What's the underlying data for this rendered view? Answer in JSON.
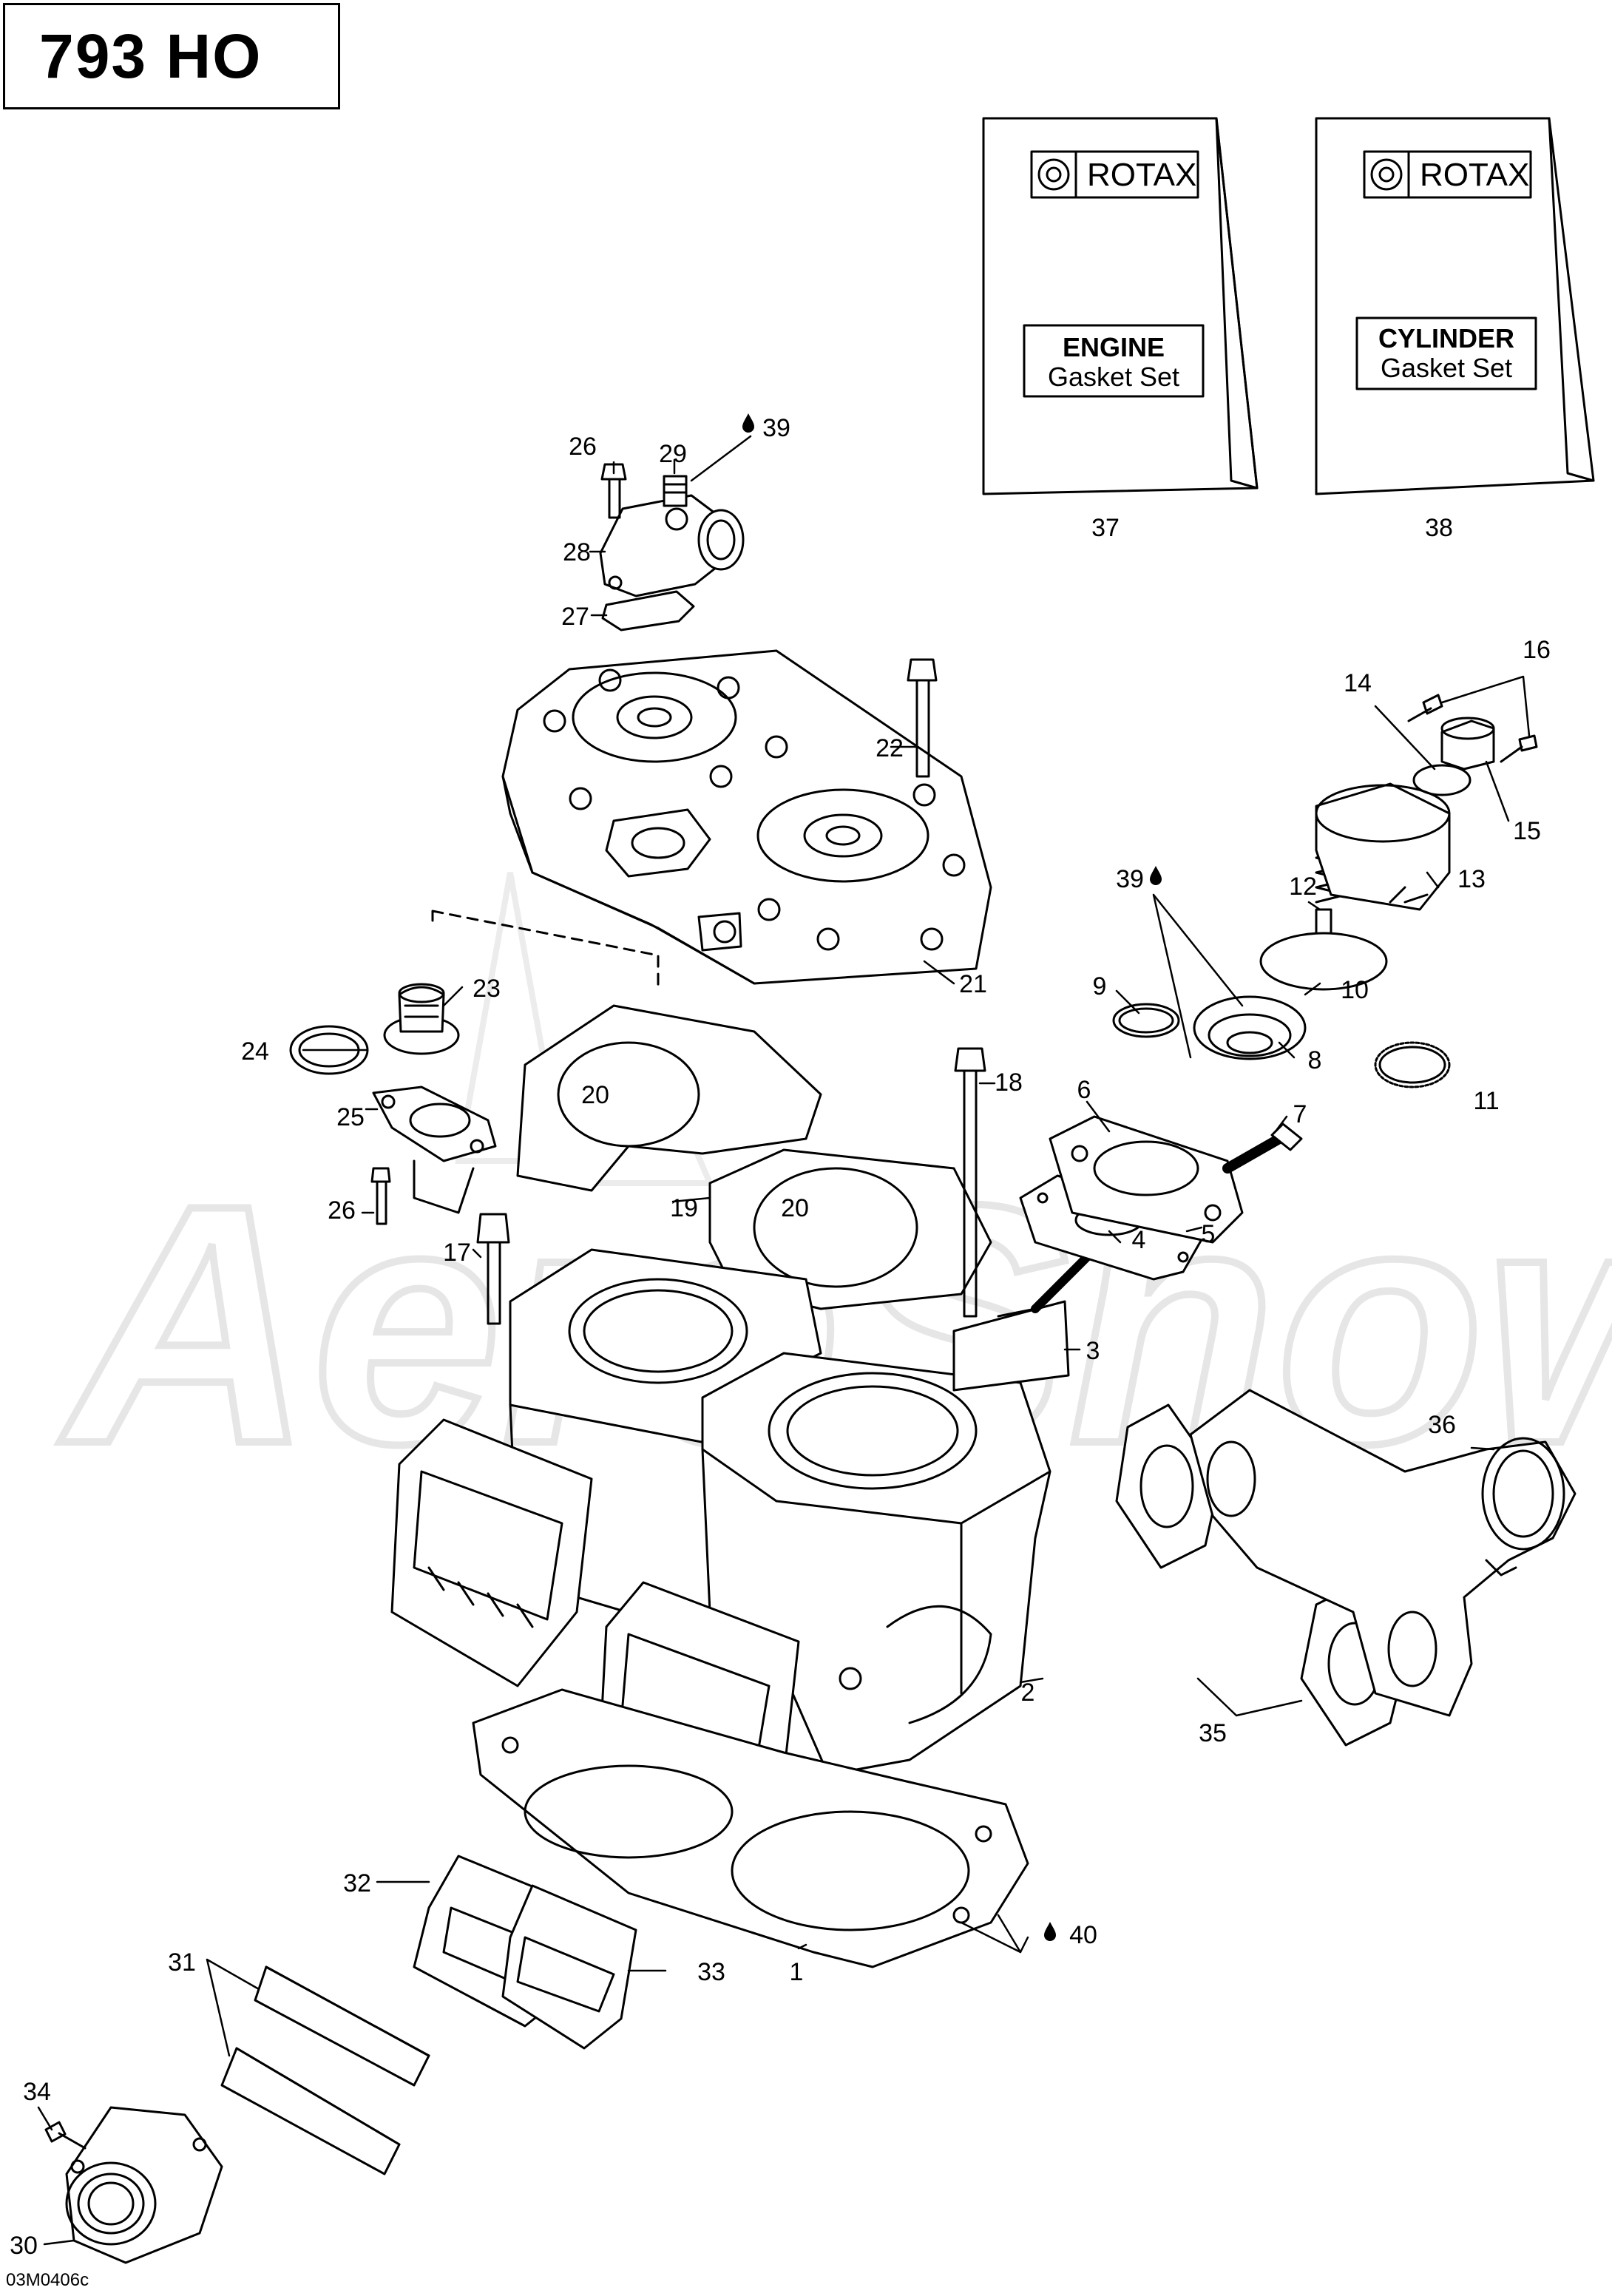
{
  "title": "793 HO",
  "diagram_code": "03M0406c",
  "watermark": "AeroSnow",
  "colors": {
    "line": "#000000",
    "watermark": "#e6e6e6",
    "background": "#ffffff"
  },
  "kits": {
    "engine": {
      "brand": "ROTAX",
      "name": "ENGINE",
      "sub": "Gasket Set",
      "ref": "37"
    },
    "cylinder": {
      "brand": "ROTAX",
      "name": "CYLINDER",
      "sub": "Gasket Set",
      "ref": "38"
    }
  },
  "drop_icon": "oil-drop-icon",
  "callouts": {
    "c1": "1",
    "c2": "2",
    "c3": "3",
    "c4": "4",
    "c5": "5",
    "c6": "6",
    "c7": "7",
    "c8": "8",
    "c9": "9",
    "c10": "10",
    "c11": "11",
    "c12": "12",
    "c13": "13",
    "c14": "14",
    "c15": "15",
    "c16": "16",
    "c17": "17",
    "c18": "18",
    "c19": "19",
    "c20a": "20",
    "c20b": "20",
    "c21": "21",
    "c22": "22",
    "c23": "23",
    "c24": "24",
    "c25": "25",
    "c26a": "26",
    "c26b": "26",
    "c27": "27",
    "c28": "28",
    "c29": "29",
    "c30": "30",
    "c31": "31",
    "c32": "32",
    "c33": "33",
    "c34": "34",
    "c35": "35",
    "c36": "36",
    "c39a": "39",
    "c39b": "39",
    "c40": "40"
  }
}
